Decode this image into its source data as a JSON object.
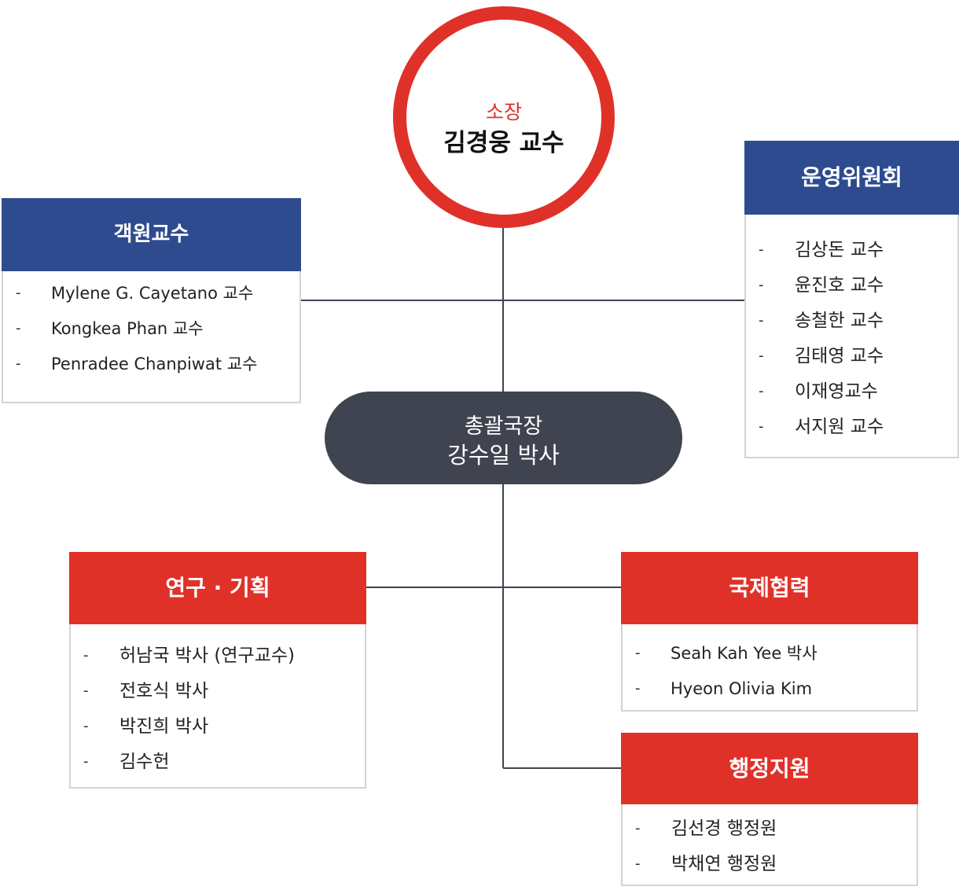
{
  "director": {
    "role": "소장",
    "name": "김경웅 교수"
  },
  "visiting": {
    "title": "객원교수",
    "members": [
      "Mylene G. Cayetano 교수",
      "Kongkea Phan 교수",
      "Penradee Chanpiwat 교수"
    ]
  },
  "committee": {
    "title": "운영위원회",
    "members": [
      "김상돈 교수",
      "윤진호 교수",
      "송철한 교수",
      "김태영 교수",
      "이재영교수",
      "서지원 교수"
    ]
  },
  "general_manager": {
    "role": "총괄국장",
    "name": "강수일 박사"
  },
  "research": {
    "title": "연구 · 기획",
    "members": [
      "허남국 박사 (연구교수)",
      "전호식 박사",
      "박진희 박사",
      "김수헌"
    ]
  },
  "international": {
    "title": "국제협력",
    "members": [
      "Seah Kah Yee 박사",
      "Hyeon Olivia Kim"
    ]
  },
  "admin": {
    "title": "행정지원",
    "members": [
      "김선경 행정원",
      "박채연 행정원"
    ]
  },
  "colors": {
    "red": "#e03129",
    "navy": "#2e4b8f",
    "dark_gray": "#3f4450",
    "connector": "#3f4450"
  }
}
